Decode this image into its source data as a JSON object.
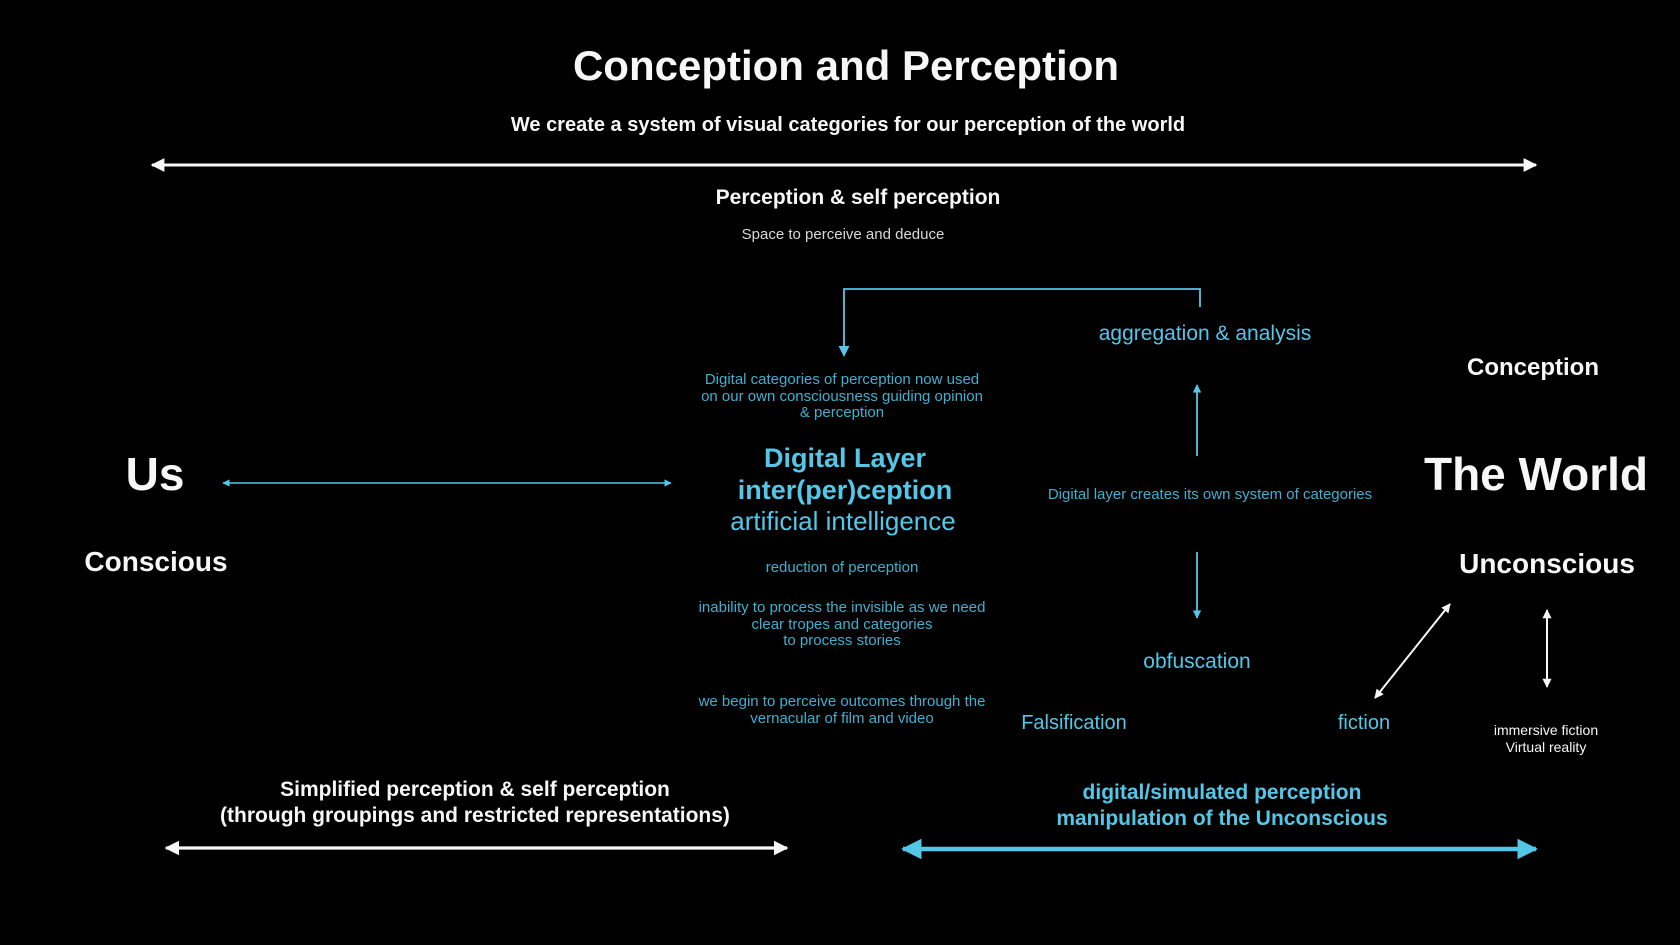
{
  "colors": {
    "background": "#000000",
    "text_white": "#f7f7f7",
    "accent_cyan": "#53c7e8",
    "accent_cyan_dim": "#3fb0d0"
  },
  "title": "Conception and Perception",
  "subtitle": "We create a system of visual categories for our perception of the world",
  "perception_block": {
    "heading": "Perception & self perception",
    "subheading": "Space to perceive and deduce"
  },
  "labels": {
    "us": "Us",
    "conscious": "Conscious",
    "the_world": "The World",
    "unconscious": "Unconscious",
    "conception": "Conception",
    "aggregation": "aggregation & analysis",
    "obfuscation": "obfuscation",
    "falsification": "Falsification",
    "fiction": "fiction",
    "immersive": [
      "immersive fiction",
      "Virtual reality"
    ]
  },
  "digital_layer": {
    "categories_note": [
      "Digital categories of perception now used",
      "on our own consciousness guiding opinion",
      "& perception"
    ],
    "title_line1": "Digital Layer",
    "title_line2": "inter(per)ception",
    "title_line3": "artificial intelligence",
    "system_note": "Digital layer creates its own system of categories",
    "reduction_note": "reduction of perception",
    "inability_note": [
      "inability to process the invisible as we need",
      "clear tropes and categories",
      "to process stories"
    ],
    "vernacular_note": [
      "we begin to perceive outcomes through the",
      "vernacular of film and video"
    ]
  },
  "bottom": {
    "left_line1": "Simplified perception & self perception",
    "left_line2": "(through groupings and restricted representations)",
    "right_line1": "digital/simulated perception",
    "right_line2": "manipulation of the Unconscious"
  }
}
